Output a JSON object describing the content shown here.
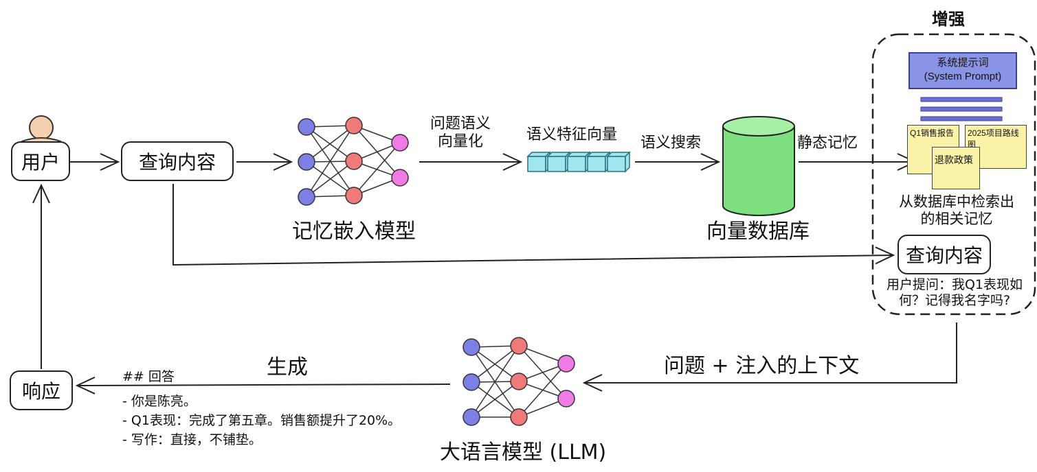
{
  "user_box": "用户",
  "query_box": "查询内容",
  "embed_model": "记忆嵌入模型",
  "vectorize_label_line1": "问题语义",
  "vectorize_label_line2": "向量化",
  "vector_label": "语义特征向量",
  "search_label": "语义搜索",
  "vector_db": "向量数据库",
  "static_memory": "静态记忆",
  "augment_title": "增强",
  "system_prompt_line1": "系统提示词",
  "system_prompt_line2": "(System Prompt)",
  "doc_q1": "Q1销售报告",
  "doc_roadmap": "2025项目路线图",
  "doc_refund": "退款政策",
  "retrieved_line1": "从数据库中检索出",
  "retrieved_line2": "的相关记忆",
  "query_box2": "查询内容",
  "user_question_line1": "用户提问：我Q1表现如",
  "user_question_line2": "何？记得我名字吗?",
  "inject_label": "问题 + 注入的上下文",
  "llm_label": "大语言模型 (LLM)",
  "generate_label": "生成",
  "response_box": "响应",
  "response_text": {
    "heading": "## 回答",
    "line1": "- 你是陈亮。",
    "line2": "- Q1表现：完成了第五章。销售额提升了20%。",
    "line3": "- 写作：直接，不铺垫。"
  },
  "colors": {
    "input_node": "#7b7fe6",
    "hidden_node": "#f07a7a",
    "output_node": "#f07ae6",
    "vector_cube": "#9fe6ee",
    "database": "#7ee07e",
    "system_prompt": "#8a94e6",
    "paper": "#fbf3a8"
  }
}
